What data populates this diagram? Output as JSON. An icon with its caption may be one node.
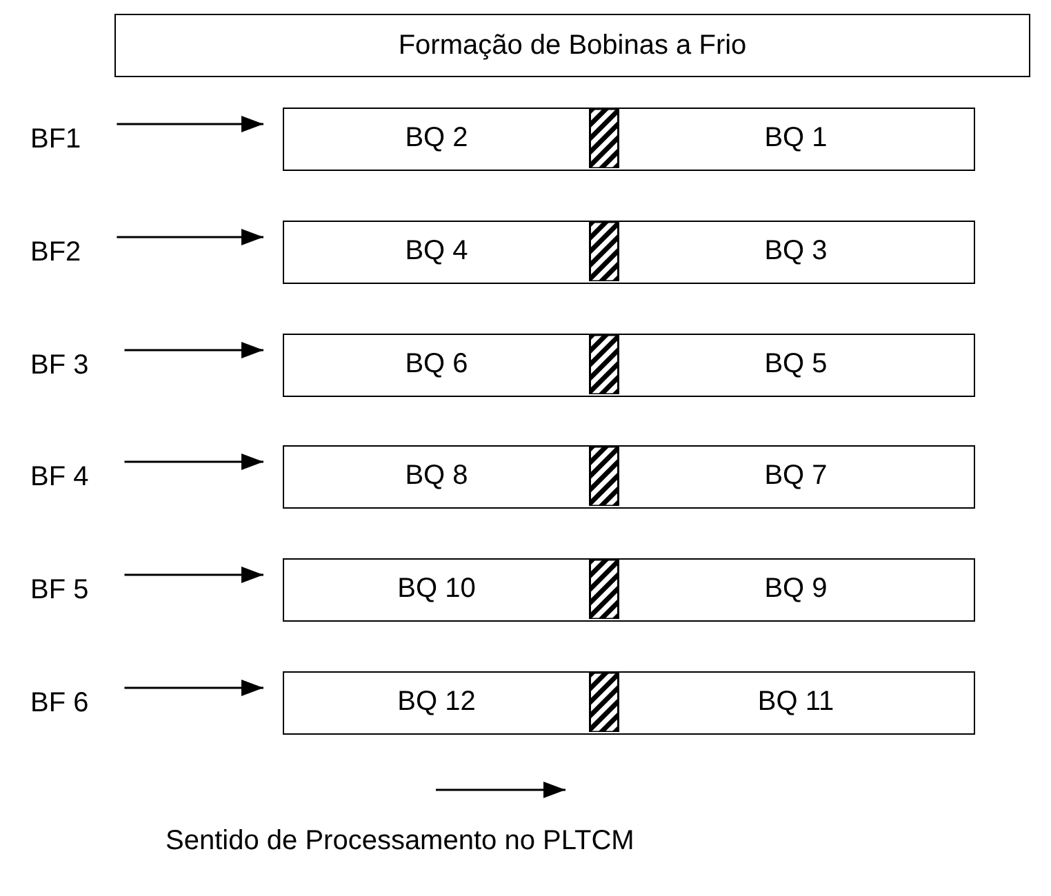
{
  "diagram": {
    "nodes": [
      {
        "text": [
          "Formação de Bobinas a Frio"
        ]
      },
      {
        "text": [
          "BF1"
        ]
      },
      {
        "text": [],
        "shape": "box"
      },
      {
        "text": [
          "BQ 2"
        ],
        "in": 2
      },
      {
        "text": [],
        "shape": "bar",
        "in": 2
      },
      {
        "text": [
          "BQ 1"
        ],
        "in": 2
      },
      {
        "text": [
          "BF2"
        ]
      },
      {
        "text": [],
        "shape": "box"
      },
      {
        "text": [
          "BQ 4"
        ],
        "in": 7
      },
      {
        "text": [],
        "shape": "bar",
        "in": 7
      },
      {
        "text": [
          "BQ 3"
        ],
        "in": 7
      },
      {
        "text": [
          "BF 3"
        ]
      },
      {
        "text": [],
        "shape": "box"
      },
      {
        "text": [
          "BQ 6"
        ],
        "in": 12
      },
      {
        "text": [],
        "shape": "bar",
        "in": 12
      },
      {
        "text": [
          "BQ 5"
        ],
        "in": 12
      },
      {
        "text": [
          "BF 4"
        ]
      },
      {
        "text": [],
        "shape": "box"
      },
      {
        "text": [
          "BQ 8"
        ],
        "in": 17
      },
      {
        "text": [],
        "shape": "bar",
        "in": 17
      },
      {
        "text": [
          "BQ 7"
        ],
        "in": 17
      },
      {
        "text": [
          "BF 5"
        ]
      },
      {
        "text": [],
        "shape": "box"
      },
      {
        "text": [
          "BQ 10"
        ],
        "in": 22
      },
      {
        "text": [],
        "shape": "bar",
        "in": 22
      },
      {
        "text": [
          "BQ 9"
        ],
        "in": 22
      },
      {
        "text": [
          "BF 6"
        ]
      },
      {
        "text": [],
        "shape": "box"
      },
      {
        "text": [
          "BQ 12"
        ],
        "in": 27
      },
      {
        "text": [],
        "shape": "bar",
        "in": 27
      },
      {
        "text": [
          "BQ 11"
        ],
        "in": 27
      }
    ],
    "edges": [
      {
        "from": 1,
        "to": 2,
        "arrow": "to"
      },
      {
        "from": 6,
        "to": 7,
        "arrow": "to"
      },
      {
        "from": 11,
        "to": 12,
        "arrow": "to"
      },
      {
        "from": 16,
        "to": 17,
        "arrow": "to"
      },
      {
        "from": 21,
        "to": 22,
        "arrow": "to"
      },
      {
        "from": 26,
        "to": 27,
        "arrow": "to"
      }
    ],
    "labels": [
      "Sentido de Processamento no PLTCM"
    ]
  }
}
